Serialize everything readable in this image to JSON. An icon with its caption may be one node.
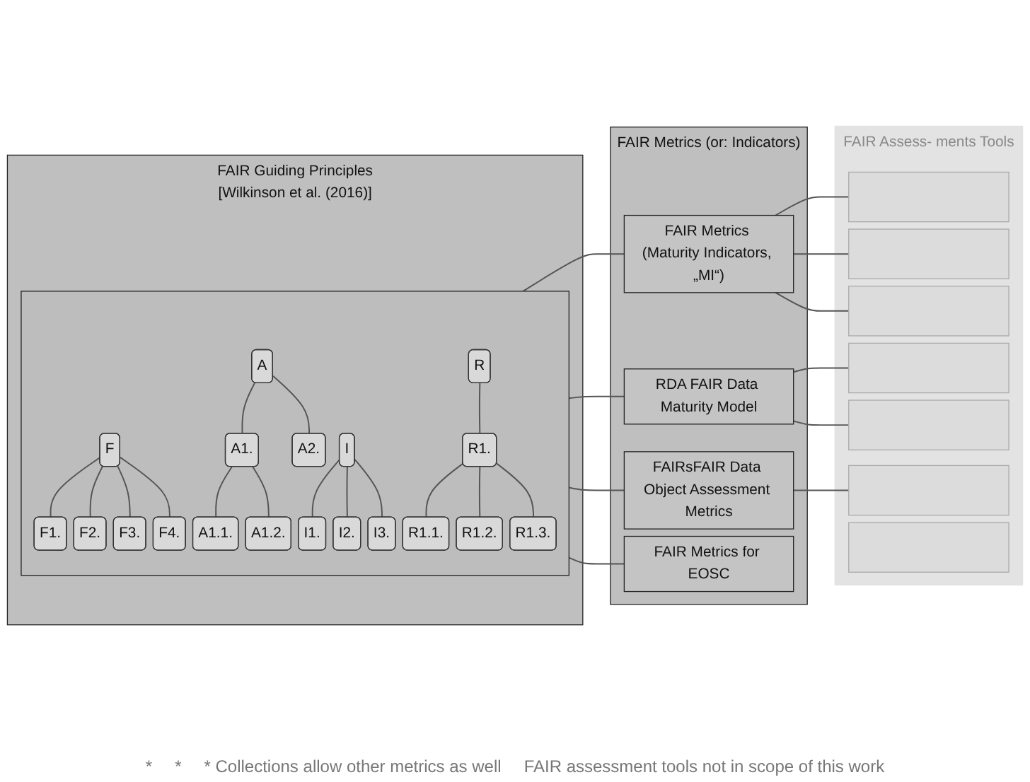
{
  "diagram": {
    "nodes": [
      {
        "text": [
          "FAIR Guiding Principles",
          "[Wilkinson et al. (2016)]"
        ]
      },
      {
        "text": [],
        "shape": "box",
        "in": 0
      },
      {
        "text": [
          "F"
        ],
        "in": 1
      },
      {
        "text": [
          "F1."
        ],
        "in": 1
      },
      {
        "text": [
          "F2."
        ],
        "in": 1
      },
      {
        "text": [
          "F3."
        ],
        "in": 1
      },
      {
        "text": [
          "F4."
        ],
        "in": 1
      },
      {
        "text": [
          "A"
        ],
        "in": 1
      },
      {
        "text": [
          "A1."
        ],
        "in": 1
      },
      {
        "text": [
          "A1.1."
        ],
        "in": 1
      },
      {
        "text": [
          "A1.2."
        ],
        "in": 1
      },
      {
        "text": [
          "A2."
        ],
        "in": 1
      },
      {
        "text": [
          "I"
        ],
        "in": 1
      },
      {
        "text": [
          "I1."
        ],
        "in": 1
      },
      {
        "text": [
          "I2."
        ],
        "in": 1
      },
      {
        "text": [
          "I3."
        ],
        "in": 1
      },
      {
        "text": [
          "R"
        ],
        "in": 1
      },
      {
        "text": [
          "R1."
        ],
        "in": 1
      },
      {
        "text": [
          "R1.1."
        ],
        "in": 1
      },
      {
        "text": [
          "R1.2."
        ],
        "in": 1
      },
      {
        "text": [
          "R1.3."
        ],
        "in": 1
      },
      {
        "text": [
          "FAIR Metrics (or: Indicators)"
        ]
      },
      {
        "text": [
          "FAIR Metrics (Maturity Indicators, „MI“)"
        ],
        "in": 21
      },
      {
        "text": [
          "RDA FAIR Data Maturity Model"
        ],
        "in": 21
      },
      {
        "text": [
          "FAIRsFAIR Data Object Assessment Metrics"
        ],
        "in": 21
      },
      {
        "text": [
          "FAIR Metrics for EOSC"
        ],
        "in": 21
      },
      {
        "text": [
          "FAIR Assess- ments Tools"
        ]
      },
      {
        "text": [],
        "shape": "box",
        "in": 26
      },
      {
        "text": [],
        "shape": "box",
        "in": 26
      },
      {
        "text": [],
        "shape": "box",
        "in": 26
      },
      {
        "text": [],
        "shape": "box",
        "in": 26
      },
      {
        "text": [],
        "shape": "box",
        "in": 26
      },
      {
        "text": [],
        "shape": "box",
        "in": 26
      },
      {
        "text": [],
        "shape": "box",
        "in": 26
      }
    ],
    "edges": [
      {
        "from": 2,
        "to": 3,
        "arrow": "none"
      },
      {
        "from": 2,
        "to": 4,
        "arrow": "none"
      },
      {
        "from": 2,
        "to": 5,
        "arrow": "none"
      },
      {
        "from": 2,
        "to": 6,
        "arrow": "none"
      },
      {
        "from": 7,
        "to": 8,
        "arrow": "none"
      },
      {
        "from": 8,
        "to": 9,
        "arrow": "none"
      },
      {
        "from": 8,
        "to": 10,
        "arrow": "none"
      },
      {
        "from": 7,
        "to": 11,
        "arrow": "none"
      },
      {
        "from": 12,
        "to": 13,
        "arrow": "none"
      },
      {
        "from": 12,
        "to": 14,
        "arrow": "none"
      },
      {
        "from": 12,
        "to": 15,
        "arrow": "none"
      },
      {
        "from": 16,
        "to": 17,
        "arrow": "none"
      },
      {
        "from": 17,
        "to": 18,
        "arrow": "none"
      },
      {
        "from": 17,
        "to": 19,
        "arrow": "none"
      },
      {
        "from": 17,
        "to": 20,
        "arrow": "none"
      },
      {
        "from": 1,
        "to": 22,
        "arrow": "none"
      },
      {
        "from": 1,
        "to": 23,
        "arrow": "none"
      },
      {
        "from": 1,
        "to": 24,
        "arrow": "none"
      },
      {
        "from": 1,
        "to": 25,
        "arrow": "none"
      },
      {
        "from": 22,
        "to": 27,
        "arrow": "none"
      },
      {
        "from": 22,
        "to": 28,
        "arrow": "none"
      },
      {
        "from": 22,
        "to": 29,
        "arrow": "none"
      },
      {
        "from": 23,
        "to": 30,
        "arrow": "none"
      },
      {
        "from": 23,
        "to": 31,
        "arrow": "none"
      },
      {
        "from": 24,
        "to": 32,
        "arrow": "none"
      }
    ],
    "labels": [
      "*",
      "*",
      "* Collections allow other metrics as well",
      "FAIR assessment tools not in scope of this work"
    ]
  }
}
